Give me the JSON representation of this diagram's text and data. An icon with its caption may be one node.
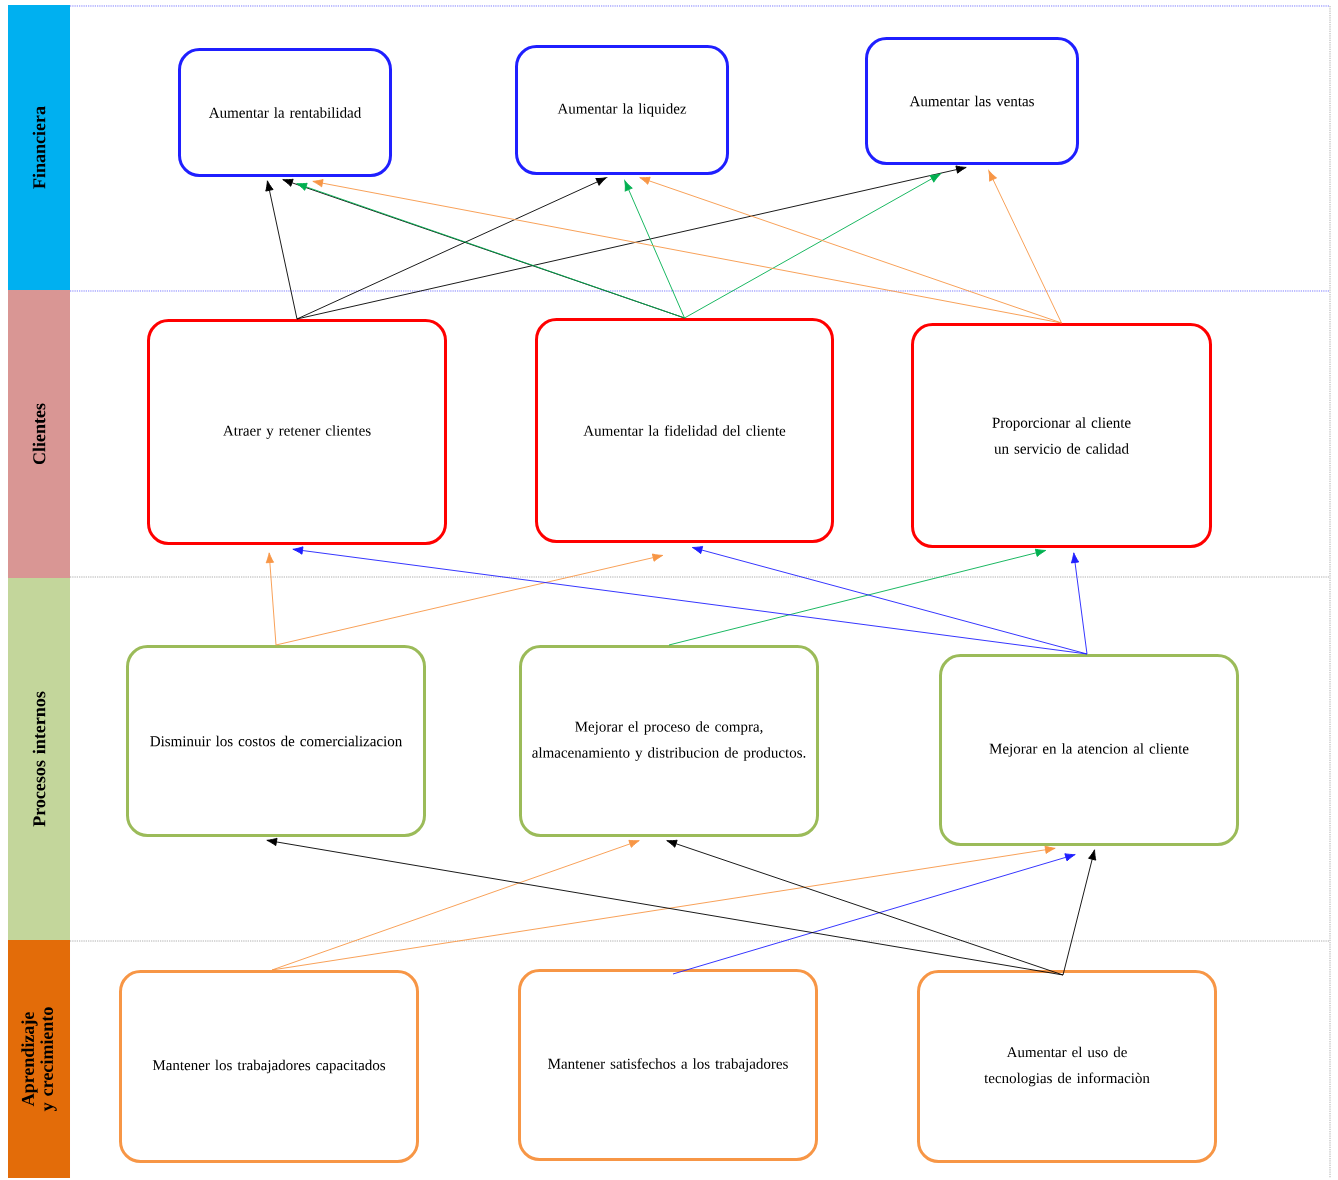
{
  "diagram": {
    "nodes": [
      {
        "text": [
          "Financiera"
        ]
      },
      {
        "text": [
          "Clientes"
        ]
      },
      {
        "text": [
          "Procesos internos"
        ]
      },
      {
        "text": [
          "Aprendizaje y crecimiento"
        ]
      },
      {
        "text": [
          "Aumentar la rentabilidad"
        ]
      },
      {
        "text": [
          "Aumentar la liquidez"
        ]
      },
      {
        "text": [
          "Aumentar las ventas"
        ]
      },
      {
        "text": [
          "Atraer y retener clientes"
        ]
      },
      {
        "text": [
          "Aumentar la fidelidad del cliente"
        ]
      },
      {
        "text": [
          "Proporcionar al cliente un servicio de calidad"
        ]
      },
      {
        "text": [
          "Disminuir los costos de comercializacion"
        ]
      },
      {
        "text": [
          "Mejorar el proceso de compra, almacenamiento y distribucion de productos."
        ]
      },
      {
        "text": [
          "Mejorar en la atencion al cliente"
        ]
      },
      {
        "text": [
          "Mantener los trabajadores capacitados"
        ]
      },
      {
        "text": [
          "Mantener satisfechos a los trabajadores"
        ]
      },
      {
        "text": [
          "Aumentar el uso de tecnologias de informaciòn"
        ]
      }
    ],
    "edges": [
      {
        "from": 7,
        "to": 4,
        "arrow": "to",
        "color": "#000000"
      },
      {
        "from": 7,
        "to": 5,
        "arrow": "to",
        "color": "#000000"
      },
      {
        "from": 7,
        "to": 6,
        "arrow": "to",
        "color": "#000000"
      },
      {
        "from": 8,
        "to": 4,
        "arrow": "to",
        "color": "#000000"
      },
      {
        "from": 8,
        "to": 4,
        "arrow": "to",
        "color": "#00b050"
      },
      {
        "from": 8,
        "to": 5,
        "arrow": "to",
        "color": "#00b050"
      },
      {
        "from": 8,
        "to": 6,
        "arrow": "to",
        "color": "#00b050"
      },
      {
        "from": 9,
        "to": 4,
        "arrow": "to",
        "color": "#f79646"
      },
      {
        "from": 9,
        "to": 5,
        "arrow": "to",
        "color": "#f79646"
      },
      {
        "from": 9,
        "to": 6,
        "arrow": "to",
        "color": "#f79646"
      },
      {
        "from": 10,
        "to": 7,
        "arrow": "to",
        "color": "#f79646"
      },
      {
        "from": 10,
        "to": 8,
        "arrow": "to",
        "color": "#f79646"
      },
      {
        "from": 11,
        "to": 9,
        "arrow": "to",
        "color": "#00b050"
      },
      {
        "from": 12,
        "to": 7,
        "arrow": "to",
        "color": "#1f1fff"
      },
      {
        "from": 12,
        "to": 8,
        "arrow": "to",
        "color": "#1f1fff"
      },
      {
        "from": 12,
        "to": 9,
        "arrow": "to",
        "color": "#1f1fff"
      },
      {
        "from": 13,
        "to": 11,
        "arrow": "to",
        "color": "#f79646"
      },
      {
        "from": 13,
        "to": 12,
        "arrow": "to",
        "color": "#f79646"
      },
      {
        "from": 14,
        "to": 12,
        "arrow": "to",
        "color": "#1f1fff"
      },
      {
        "from": 15,
        "to": 10,
        "arrow": "to",
        "color": "#000000"
      },
      {
        "from": 15,
        "to": 11,
        "arrow": "to",
        "color": "#000000"
      },
      {
        "from": 15,
        "to": 12,
        "arrow": "to",
        "color": "#000000"
      }
    ]
  }
}
